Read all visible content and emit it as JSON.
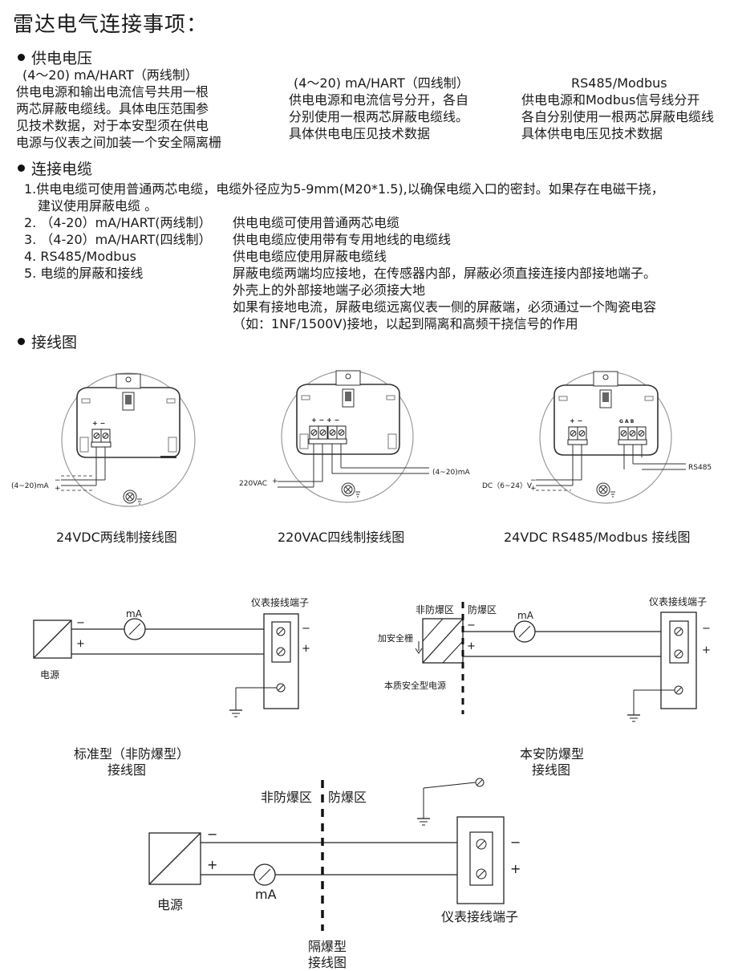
{
  "page_title": "雷达电气连接事项：",
  "power_section": {
    "heading": "供电电压",
    "two_wire": {
      "title": "(4～20) mA/HART（两线制）",
      "lines": [
        "供电电源和输出电流信号共用一根",
        "两芯屏蔽电缆线。具体电压范围参",
        "见技术数据，对于本安型须在供电",
        "电源与仪表之间加装一个安全隔离栅"
      ]
    },
    "four_wire": {
      "title": "(4～20) mA/HART（四线制）",
      "lines": [
        "供电电源和电流信号分开，各自",
        "分别使用一根两芯屏蔽电缆线。",
        "具体供电电压见技术数据"
      ]
    },
    "rs485": {
      "title": "RS485/Modbus",
      "lines": [
        "供电电源和Modbus信号线分开",
        "各自分别使用一根两芯屏蔽电缆线",
        "具体供电电压见技术数据"
      ]
    }
  },
  "cable_section": {
    "heading": "连接电缆",
    "item1_line1": "1.供电电缆可使用普通两芯电缆，电缆外径应为5-9mm(M20*1.5),以确保电缆入口的密封。如果存在电磁干挠，",
    "item1_line2": "建议使用屏蔽电缆 。",
    "items": [
      {
        "label": "2. （4-20）mA/HART(两线制）",
        "text": "供电电缆可使用普通两芯电缆"
      },
      {
        "label": "3. （4-20）mA/HART(四线制）",
        "text": "供电电缆应使用带有专用地线的电缆线"
      },
      {
        "label": "4.  RS485/Modbus",
        "text": "供电电缆应使用屏蔽电缆线"
      },
      {
        "label": "5.  电缆的屏蔽和接线",
        "text": "屏蔽电缆两端均应接地，在传感器内部，屏蔽必须直接连接内部接地端子。"
      }
    ],
    "shield_extra": [
      "外壳上的外部接地端子必须接大地",
      "如果有接地电流，屏蔽电缆远离仪表一侧的屏蔽端，必须通过一个陶瓷电容",
      "（如：1NF/1500V)接地，以起到隔离和高频干挠信号的作用"
    ]
  },
  "wiring_section": {
    "heading": "接线图",
    "diagrams": [
      {
        "caption": "24VDC两线制接线图",
        "signal_label": "(4~20)mA"
      },
      {
        "caption": "220VAC四线制接线图",
        "power_label": "220VAC",
        "signal_label": "(4~20)mA"
      },
      {
        "caption": "24VDC RS485/Modbus 接线图",
        "power_label": "DC（6~24）V",
        "signal_label": "RS485",
        "terminal_labels": "G  A  B"
      }
    ]
  },
  "schematics": {
    "standard": {
      "caption_line1": "标准型（非防爆型）",
      "caption_line2": "接线图",
      "power_label": "电源",
      "meter_label": "mA",
      "terminal_label": "仪表接线端子",
      "minus": "−",
      "plus": "+"
    },
    "intrinsic": {
      "caption_line1": "本安防爆型",
      "caption_line2": "接线图",
      "zone_safe": "非防爆区",
      "zone_ex": "防爆区",
      "barrier_label": "加安全栅",
      "source_label": "本质安全型电源",
      "meter_label": "mA",
      "terminal_label": "仪表接线端子",
      "minus": "−",
      "plus": "+"
    },
    "flameproof": {
      "caption_line1": "隔爆型",
      "caption_line2": "接线图",
      "zone_safe": "非防爆区",
      "zone_ex": "防爆区",
      "power_label": "电源",
      "meter_label": "mA",
      "terminal_label": "仪表接线端子",
      "minus": "−",
      "plus": "+"
    }
  }
}
